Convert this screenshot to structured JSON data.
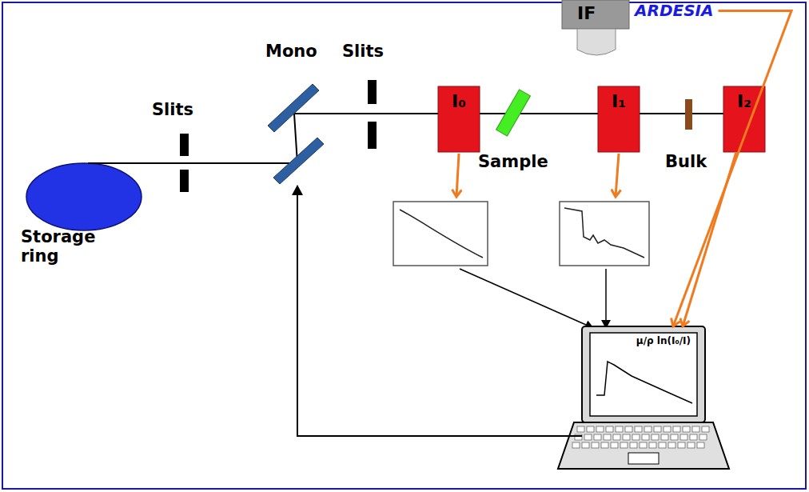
{
  "diagram": {
    "nodes": [
      {
        "text": [
          "Storage ring"
        ]
      },
      {
        "text": [
          "Mono"
        ]
      },
      {
        "text": [
          "IF",
          "ARDESIA"
        ]
      },
      {
        "text": [
          "I₀"
        ]
      },
      {
        "text": [
          "I₁"
        ]
      },
      {
        "text": [
          "I₂"
        ]
      },
      {
        "text": [
          "μ/ρ ln(I₀/I)"
        ]
      }
    ],
    "edges": [
      {
        "from": 2,
        "to": 6,
        "arrow": "to"
      },
      {
        "from": 5,
        "to": 6,
        "arrow": "to"
      },
      {
        "from": 6,
        "to": 1,
        "arrow": "to"
      }
    ],
    "labels": [
      "Slits",
      "Slits",
      "Sample",
      "Bulk"
    ]
  }
}
